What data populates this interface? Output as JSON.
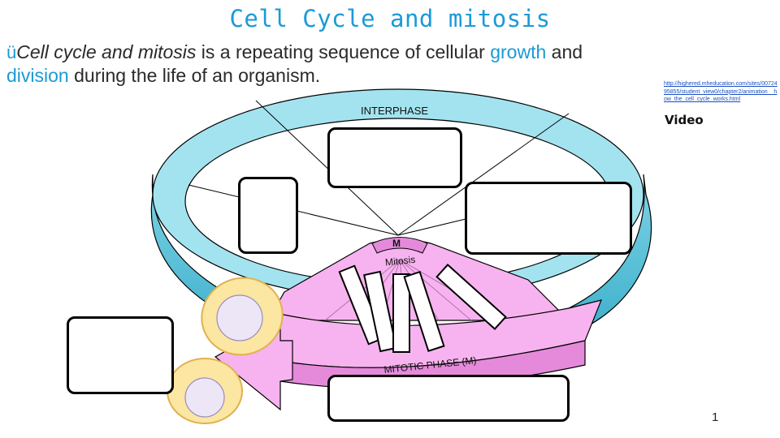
{
  "title": "Cell Cycle and mitosis",
  "bullet": {
    "check": "ü",
    "italic_part": "Cell cycle and mitosis",
    "text_part1": " is a repeating sequence of cellular ",
    "growth": "growth",
    "text_part2": " and",
    "division": "division",
    "text_part3": " during the life of an organism."
  },
  "link": "http://highered.mheducation.com/sites/0072495855/student_view0/chapter2/animation__how_the_cell_cycle_works.html",
  "video_label": "Video",
  "page_number": "1",
  "diagram": {
    "interphase_label": "INTERPHASE",
    "m_label": "M",
    "mitosis_label": "Mitosis",
    "mitotic_phase_label": "MITOTIC PHASE (M)"
  },
  "colors": {
    "title": "#1a9ad6",
    "ring_top": "#a3e3ef",
    "ring_side": "#5bc6dc",
    "pink": "#f7b3ef",
    "pink_dark": "#e58adb",
    "cell_fill": "#fbe6a2",
    "cell_edge": "#e0b24f",
    "nucleus": "#ece6f7"
  }
}
